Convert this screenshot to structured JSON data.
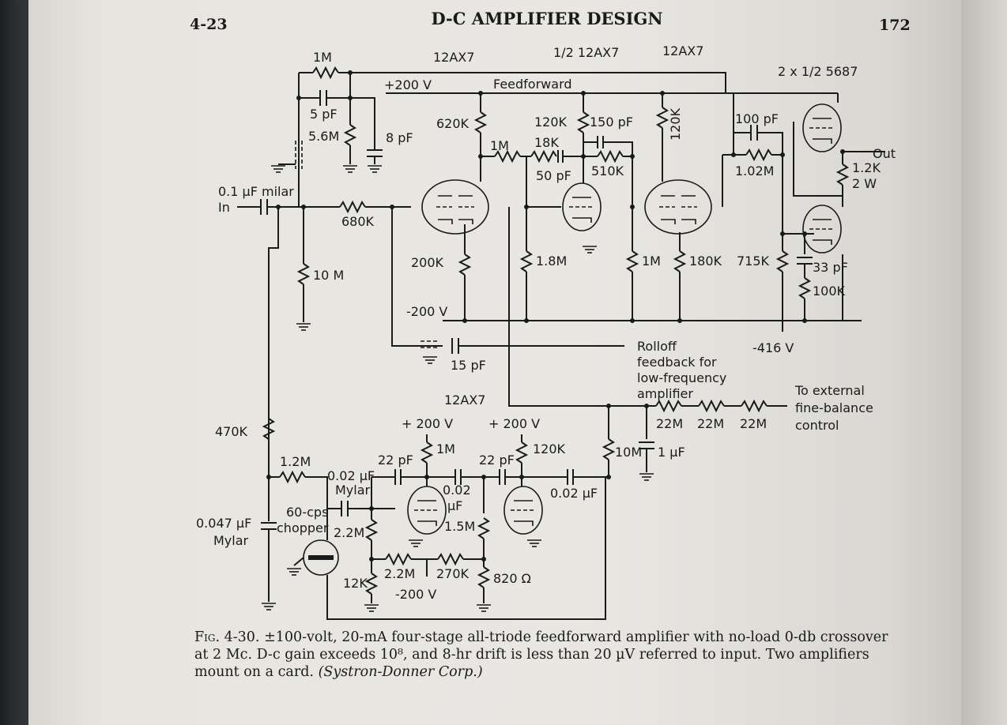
{
  "header": {
    "page_section": "4-23",
    "title": "D-C AMPLIFIER DESIGN",
    "page_number": "172"
  },
  "labels": {
    "r_1m_top": "1M",
    "tube_v1": "12AX7",
    "tube_v2": "1/2 12AX7",
    "tube_v3": "12AX7",
    "tube_out": "2 x 1/2 5687",
    "plus200": "+200 V",
    "feedforward": "Feedforward",
    "c_5pf": "5 pF",
    "r_5_6m": "5.6M",
    "c_8pf": "8 pF",
    "r_620k": "620K",
    "r_1m_b": "1M",
    "r_18k": "18K",
    "r_120k_a": "120K",
    "c_150pf": "150 pF",
    "c_50pf": "50 pF",
    "r_510k": "510K",
    "r_120k_b": "120K",
    "c_100pf": "100 pF",
    "r_1_02m": "1.02M",
    "out": "Out",
    "r_1_2k": "1.2K",
    "r_2w": "2 W",
    "in_cap": "0.1 µF milar",
    "in": "In",
    "r_680k": "680K",
    "r_200k": "200K",
    "r_1_8m": "1.8M",
    "r_1m_c": "1M",
    "r_180k": "180K",
    "r_715k": "715K",
    "c_33pf": "33 pF",
    "r_100k": "100K",
    "r_10m": "10 M",
    "minus200": "-200 V",
    "minus416": "-416 V",
    "c_15pf": "15 pF",
    "rolloff_1": "Rolloff",
    "rolloff_2": "feedback for",
    "rolloff_3": "low-frequency",
    "rolloff_4": "amplifier",
    "ext_1": "To external",
    "ext_2": "fine-balance",
    "ext_3": "control",
    "r_22m_a": "22M",
    "r_22m_b": "22M",
    "r_22m_c": "22M",
    "tube_v4": "12AX7",
    "plus200_b": "+ 200 V",
    "plus200_c": "+ 200 V",
    "r_470k": "470K",
    "r_1m_d": "1M",
    "r_120k_c": "120K",
    "r_10m_b": "10M",
    "c_1uf": "1 µF",
    "r_1_2m": "1.2M",
    "c_22pf_a": "22 pF",
    "c_22pf_b": "22 pF",
    "c_002_a": "0.02 µF",
    "mylar": "Mylar",
    "c_002_b1": "0.02",
    "c_002_b2": "µF",
    "c_002_c": "0.02 µF",
    "c_0047": "0.047 µF",
    "mylar_b": "Mylar",
    "chop_1": "60-cps",
    "chop_2": "chopper",
    "r_2_2m_a": "2.2M",
    "r_1_5m": "1.5M",
    "r_12k": "12K",
    "r_2_2m_b": "2.2M",
    "r_270k": "270K",
    "r_820": "820 Ω",
    "minus200_b": "-200 V"
  },
  "caption": {
    "fig": "Fig. 4-30.",
    "text": "±100-volt, 20-mA four-stage all-triode feedforward amplifier with no-load 0-db crossover at 2 Mc. D-c gain exceeds 10⁸, and 8-hr drift is less than 20 µV referred to input. Two amplifiers mount on a card.",
    "credit": "(Systron-Donner Corp.)"
  }
}
